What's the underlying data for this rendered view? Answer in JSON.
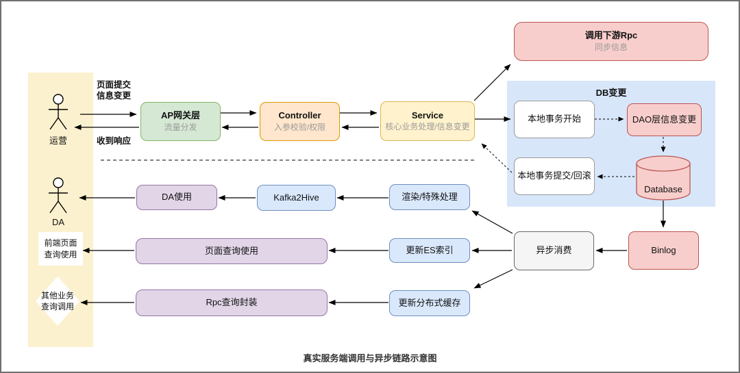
{
  "page": {
    "caption": "真实服务端调用与异步链路示意图"
  },
  "colors": {
    "lane_yellow": "#fcf1ce",
    "panel_blue": "#d8e6fa",
    "green_fill": "#d5e8d4",
    "green_border": "#82b366",
    "orange_fill": "#ffe6cc",
    "orange_border": "#d79b00",
    "yellow_fill": "#fff2cc",
    "yellow_border": "#d6b656",
    "red_fill": "#f8cecc",
    "red_border": "#b85450",
    "blue_fill": "#dae8fc",
    "blue_border": "#6c8ebf",
    "purple_fill": "#e1d5e7",
    "purple_border": "#9673a6",
    "gray_fill": "#f5f5f5",
    "gray_border": "#666666"
  },
  "actors": {
    "ops": {
      "label": "运营"
    },
    "da": {
      "label": "DA"
    }
  },
  "lane_items": {
    "frontend": {
      "label": "前端页面\n查询使用"
    },
    "other_biz": {
      "label": "其他业务\n查询调用"
    }
  },
  "edge_labels": {
    "submit": "页面提交\n信息变更",
    "response": "收到响应"
  },
  "groups": {
    "db_change": {
      "title": "DB变更"
    }
  },
  "nodes": {
    "ap_gateway": {
      "title": "AP网关层",
      "subtitle": "流量分发"
    },
    "controller": {
      "title": "Controller",
      "subtitle": "入参校验/权限"
    },
    "service": {
      "title": "Service",
      "subtitle": "核心业务处理/信息变更"
    },
    "downstream_rpc": {
      "title": "调用下游Rpc",
      "subtitle": "同步信息"
    },
    "local_tx_begin": {
      "title": "本地事务开始"
    },
    "dao_update": {
      "title": "DAO层信息变更"
    },
    "local_tx_commit": {
      "title": "本地事务提交/回滚"
    },
    "database": {
      "title": "Database"
    },
    "binlog": {
      "title": "Binlog"
    },
    "async_consume": {
      "title": "异步消费"
    },
    "render_special": {
      "title": "渲染/特殊处理"
    },
    "kafka2hive": {
      "title": "Kafka2Hive"
    },
    "da_use": {
      "title": "DA使用"
    },
    "update_es": {
      "title": "更新ES索引"
    },
    "page_query": {
      "title": "页面查询使用"
    },
    "update_cache": {
      "title": "更新分布式缓存"
    },
    "rpc_wrap": {
      "title": "Rpc查询封装"
    }
  }
}
